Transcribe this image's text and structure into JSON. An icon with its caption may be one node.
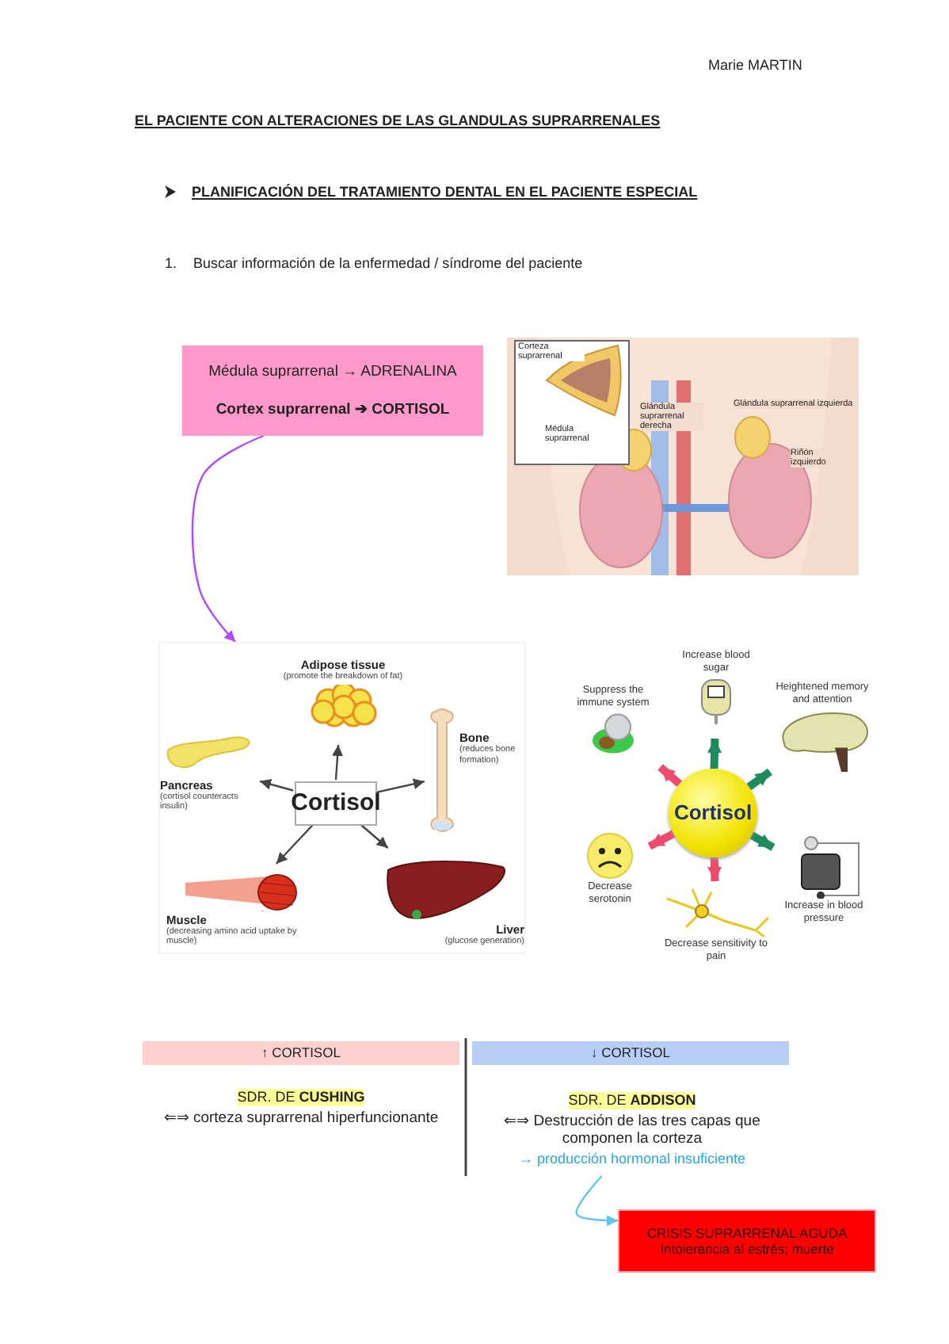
{
  "diagram": {
    "title": "EL PACIENTE CON ALTERACIONES DE LAS GLANDULAS SUPRARRENALES",
    "nodes": [
      {
        "text": [
          "Médula suprarrenal → ADRENALINA",
          "Cortex suprarrenal ➔ CORTISOL"
        ]
      },
      {
        "text": [],
        "shape": "picture"
      },
      {
        "text": [
          "Cortisol"
        ],
        "in": 1
      },
      {
        "text": [
          "Adipose tissue",
          "(promote the breakdown of fat)"
        ],
        "in": 1
      },
      {
        "text": [
          "Pancreas",
          "(cortisol counteracts insulin)"
        ],
        "in": 1
      },
      {
        "text": [
          "Bone",
          "(reduces bone formation)"
        ],
        "in": 1
      },
      {
        "text": [
          "Muscle",
          "(decreasing amino acid uptake by muscle)"
        ],
        "in": 1
      },
      {
        "text": [
          "Liver",
          "(glucose generation)"
        ],
        "in": 1
      },
      {
        "text": [
          "Cortisol"
        ]
      },
      {
        "text": [
          "Increase blood sugar"
        ]
      },
      {
        "text": [
          "Suppress the immune system"
        ]
      },
      {
        "text": [
          "Heightened memory and attention"
        ]
      },
      {
        "text": [
          "Decrease serotonin"
        ]
      },
      {
        "text": [
          "Increase in blood pressure"
        ]
      },
      {
        "text": [
          "Decrease sensitivity to pain"
        ]
      },
      {
        "text": [
          "↑ CORTISOL"
        ]
      },
      {
        "text": [
          "↓ CORTISOL"
        ]
      },
      {
        "text": [
          "SDR. DE **CUSHING**",
          "⇐⇒ corteza suprarrenal hiperfuncionante"
        ]
      },
      {
        "text": [
          "SDR. DE **ADDISON**",
          "⇐⇒ Destrucción de las tres capas que componen la corteza",
          "→ producción hormonal insuficiente"
        ]
      },
      {
        "text": [
          "CRISIS SUPRARRENAL AGUDA",
          "Intolerancia al estrés; muerte"
        ]
      }
    ],
    "edges": [
      {
        "from": 0,
        "to": 1,
        "arrow": "to",
        "color": "#b04cf5"
      },
      {
        "from": 2,
        "to": 3,
        "arrow": "to"
      },
      {
        "from": 2,
        "to": 4,
        "arrow": "to"
      },
      {
        "from": 2,
        "to": 5,
        "arrow": "to"
      },
      {
        "from": 2,
        "to": 6,
        "arrow": "to"
      },
      {
        "from": 2,
        "to": 7,
        "arrow": "to"
      },
      {
        "from": 8,
        "to": 9,
        "arrow": "to",
        "style": "thick",
        "color": "#1f8a5c"
      },
      {
        "from": 8,
        "to": 10,
        "arrow": "to",
        "style": "thick",
        "color": "#ee4a6c"
      },
      {
        "from": 8,
        "to": 11,
        "arrow": "to",
        "style": "thick",
        "color": "#1f8a5c"
      },
      {
        "from": 8,
        "to": 12,
        "arrow": "to",
        "style": "thick",
        "color": "#ee4a6c"
      },
      {
        "from": 8,
        "to": 13,
        "arrow": "to",
        "style": "thick",
        "color": "#1f8a5c"
      },
      {
        "from": 8,
        "to": 14,
        "arrow": "to",
        "style": "thick",
        "color": "#ee4a6c"
      },
      {
        "from": 18,
        "to": 19,
        "arrow": "to",
        "color": "#5ec4ee"
      }
    ],
    "labels": [
      "Marie MARTIN",
      "PLANIFICACIÓN DEL TRATAMIENTO DENTAL EN EL PACIENTE ESPECIAL",
      "1.",
      "Buscar información de la enfermedad / síndrome del paciente",
      "Corteza suprarrenal",
      "Médula suprarrenal",
      "Glándula suprarrenal derecha",
      "Glándula suprarrenal izquierda",
      "Riñón izquierdo"
    ]
  }
}
